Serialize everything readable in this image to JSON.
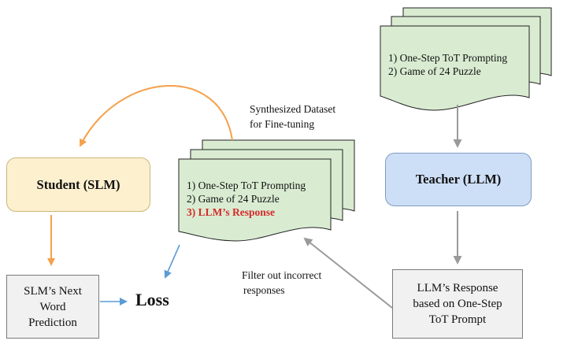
{
  "teacher_doc": {
    "lines": [
      "1) One-Step ToT Prompting",
      "2) Game of 24 Puzzle"
    ]
  },
  "synth_doc": {
    "caption_line1": "Synthesized Dataset",
    "caption_line2": "for Fine-tuning",
    "lines": [
      "1) One-Step ToT Prompting",
      "2) Game of 24 Puzzle",
      "3) LLM’s Response"
    ]
  },
  "student": {
    "label": "Student (SLM)"
  },
  "teacher": {
    "label": "Teacher (LLM)"
  },
  "slm_prediction": {
    "line1": "SLM’s Next",
    "line2": "Word",
    "line3": "Prediction"
  },
  "loss": {
    "label": "Loss"
  },
  "llm_response": {
    "line1": "LLM’s Response",
    "line2": "based on One-Step",
    "line3": "ToT Prompt"
  },
  "filter": {
    "line1": "Filter out incorrect",
    "line2": "responses"
  },
  "colors": {
    "doc_fill": "#d9ecd2",
    "doc_stroke": "#222222",
    "student_fill": "#fdf0cf",
    "student_stroke": "#c9b77a",
    "teacher_fill": "#cddff6",
    "teacher_stroke": "#7f9cc4",
    "orange_arrow": "#f5a04a",
    "blue_arrow": "#5b9bd5",
    "gray_arrow": "#9a9a9a",
    "highlight": "#d62a2a"
  }
}
